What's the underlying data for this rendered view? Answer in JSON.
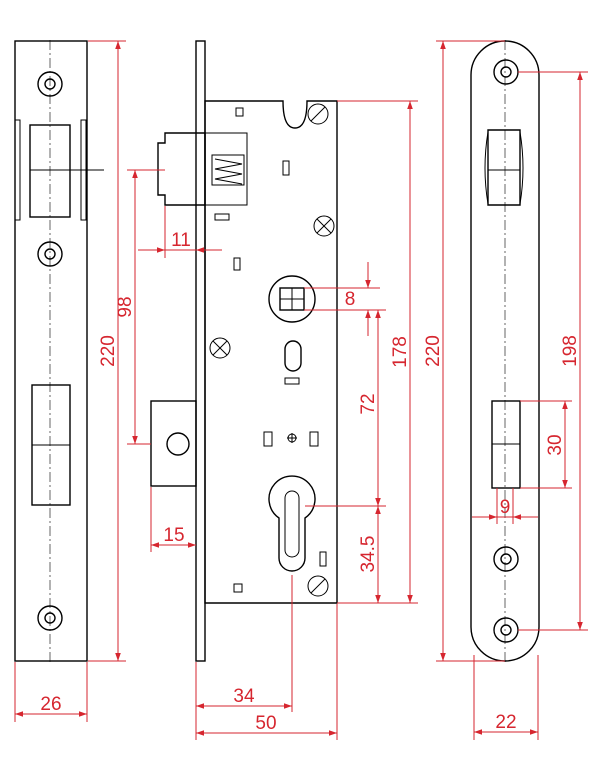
{
  "drawing": {
    "dimensions": {
      "faceplate_height": "220",
      "faceplate_width": "26",
      "latch_throw": "11",
      "latch_to_bolt": "98",
      "bolt_throw": "15",
      "backset_follower": "34",
      "case_depth": "50",
      "follower_square": "8",
      "case_height": "178",
      "center_distance": "72",
      "cylinder_to_bottom": "34.5",
      "striker_height": "220",
      "striker_screw_spacing": "198",
      "striker_bolt_slot": "30",
      "striker_bolt_slot_width": "9",
      "striker_width": "22"
    }
  }
}
